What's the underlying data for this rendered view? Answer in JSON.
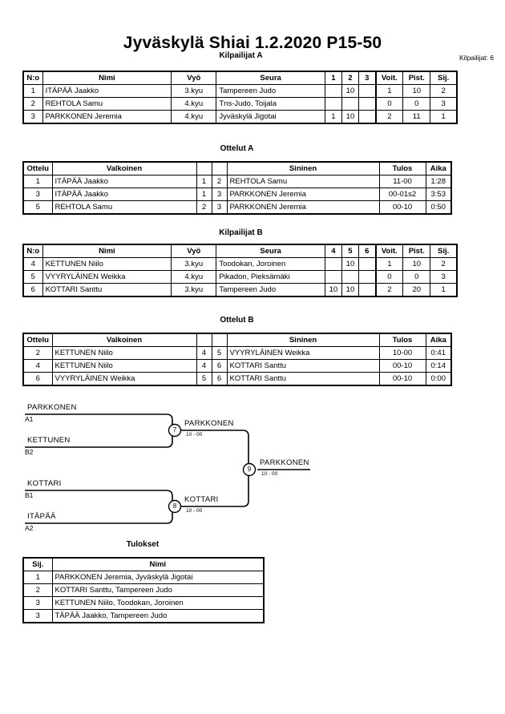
{
  "header": {
    "title": "Jyväskylä Shiai  1.2.2020      P15-50",
    "competitor_count": "Kilpailijat: 6"
  },
  "sections": {
    "pool_a_caption": "Kilpailijat A",
    "matches_a_caption": "Ottelut A",
    "pool_b_caption": "Kilpailijat B",
    "matches_b_caption": "Ottelut B",
    "results_caption": "Tulokset"
  },
  "pool_a": {
    "columns": [
      "N:o",
      "Nimi",
      "Vyö",
      "Seura",
      "1",
      "2",
      "3",
      "Voit.",
      "Pist.",
      "Sij."
    ],
    "rows": [
      {
        "no": "1",
        "name": "ITÄPÄÄ Jaakko",
        "belt": "3.kyu",
        "club": "Tampereen Judo",
        "m1": "",
        "m2": "10",
        "m3": "",
        "wins": "1",
        "points": "10",
        "rank": "2"
      },
      {
        "no": "2",
        "name": "REHTOLA Samu",
        "belt": "4.kyu",
        "club": "Tns-Judo, Toijala",
        "m1": "",
        "m2": "",
        "m3": "",
        "wins": "0",
        "points": "0",
        "rank": "3"
      },
      {
        "no": "3",
        "name": "PARKKONEN Jeremia",
        "belt": "4.kyu",
        "club": "Jyväskylä Jigotai",
        "m1": "1",
        "m2": "10",
        "m3": "",
        "wins": "2",
        "points": "11",
        "rank": "1"
      }
    ]
  },
  "matches_a": {
    "columns": [
      "Ottelu",
      "Valkoinen",
      "",
      "",
      "Sininen",
      "Tulos",
      "Aika"
    ],
    "rows": [
      {
        "match": "1",
        "white": "ITÄPÄÄ Jaakko",
        "wn": "1",
        "bn": "2",
        "blue": "REHTOLA Samu",
        "result": "11-00",
        "time": "1:28"
      },
      {
        "match": "3",
        "white": "ITÄPÄÄ Jaakko",
        "wn": "1",
        "bn": "3",
        "blue": "PARKKONEN Jeremia",
        "result": "00-01s2",
        "time": "3:53"
      },
      {
        "match": "5",
        "white": "REHTOLA Samu",
        "wn": "2",
        "bn": "3",
        "blue": "PARKKONEN Jeremia",
        "result": "00-10",
        "time": "0:50"
      }
    ]
  },
  "pool_b": {
    "columns": [
      "N:o",
      "Nimi",
      "Vyö",
      "Seura",
      "4",
      "5",
      "6",
      "Voit.",
      "Pist.",
      "Sij."
    ],
    "rows": [
      {
        "no": "4",
        "name": "KETTUNEN Niilo",
        "belt": "3.kyu",
        "club": "Toodokan, Joroinen",
        "m1": "",
        "m2": "10",
        "m3": "",
        "wins": "1",
        "points": "10",
        "rank": "2"
      },
      {
        "no": "5",
        "name": "VYYRYLÄINEN Weikka",
        "belt": "4.kyu",
        "club": "Pikadon, Pieksämäki",
        "m1": "",
        "m2": "",
        "m3": "",
        "wins": "0",
        "points": "0",
        "rank": "3"
      },
      {
        "no": "6",
        "name": "KOTTARI Santtu",
        "belt": "3.kyu",
        "club": "Tampereen Judo",
        "m1": "10",
        "m2": "10",
        "m3": "",
        "wins": "2",
        "points": "20",
        "rank": "1"
      }
    ]
  },
  "matches_b": {
    "columns": [
      "Ottelu",
      "Valkoinen",
      "",
      "",
      "Sininen",
      "Tulos",
      "Aika"
    ],
    "rows": [
      {
        "match": "2",
        "white": "KETTUNEN Niilo",
        "wn": "4",
        "bn": "5",
        "blue": "VYYRYLÄINEN Weikka",
        "result": "10-00",
        "time": "0:41"
      },
      {
        "match": "4",
        "white": "KETTUNEN Niilo",
        "wn": "4",
        "bn": "6",
        "blue": "KOTTARI Santtu",
        "result": "00-10",
        "time": "0:14"
      },
      {
        "match": "6",
        "white": "VYYRYLÄINEN Weikka",
        "wn": "5",
        "bn": "6",
        "blue": "KOTTARI Santtu",
        "result": "00-10",
        "time": "0:00"
      }
    ]
  },
  "bracket": {
    "entrants": [
      {
        "name": "PARKKONEN",
        "seed": "A1"
      },
      {
        "name": "KETTUNEN",
        "seed": "B2"
      },
      {
        "name": "KOTTARI",
        "seed": "B1"
      },
      {
        "name": "ITÄPÄÄ",
        "seed": "A2"
      }
    ],
    "nodes": [
      {
        "number": "7",
        "winner": "PARKKONEN",
        "score": "10 - 00"
      },
      {
        "number": "8",
        "winner": "KOTTARI",
        "score": "10 - 00"
      },
      {
        "number": "9",
        "winner": "PARKKONEN",
        "score": "10 - 00"
      }
    ]
  },
  "results": {
    "columns": [
      "Sij.",
      "Nimi"
    ],
    "rows": [
      {
        "rank": "1",
        "name": "PARKKONEN Jeremia, Jyväskylä Jigotai"
      },
      {
        "rank": "2",
        "name": "KOTTARI Santtu, Tampereen Judo"
      },
      {
        "rank": "3",
        "name": "KETTUNEN Niilo, Toodokan, Joroinen"
      },
      {
        "rank": "3",
        "name": " TÄPÄÄ Jaakko, Tampereen Judo"
      }
    ]
  }
}
